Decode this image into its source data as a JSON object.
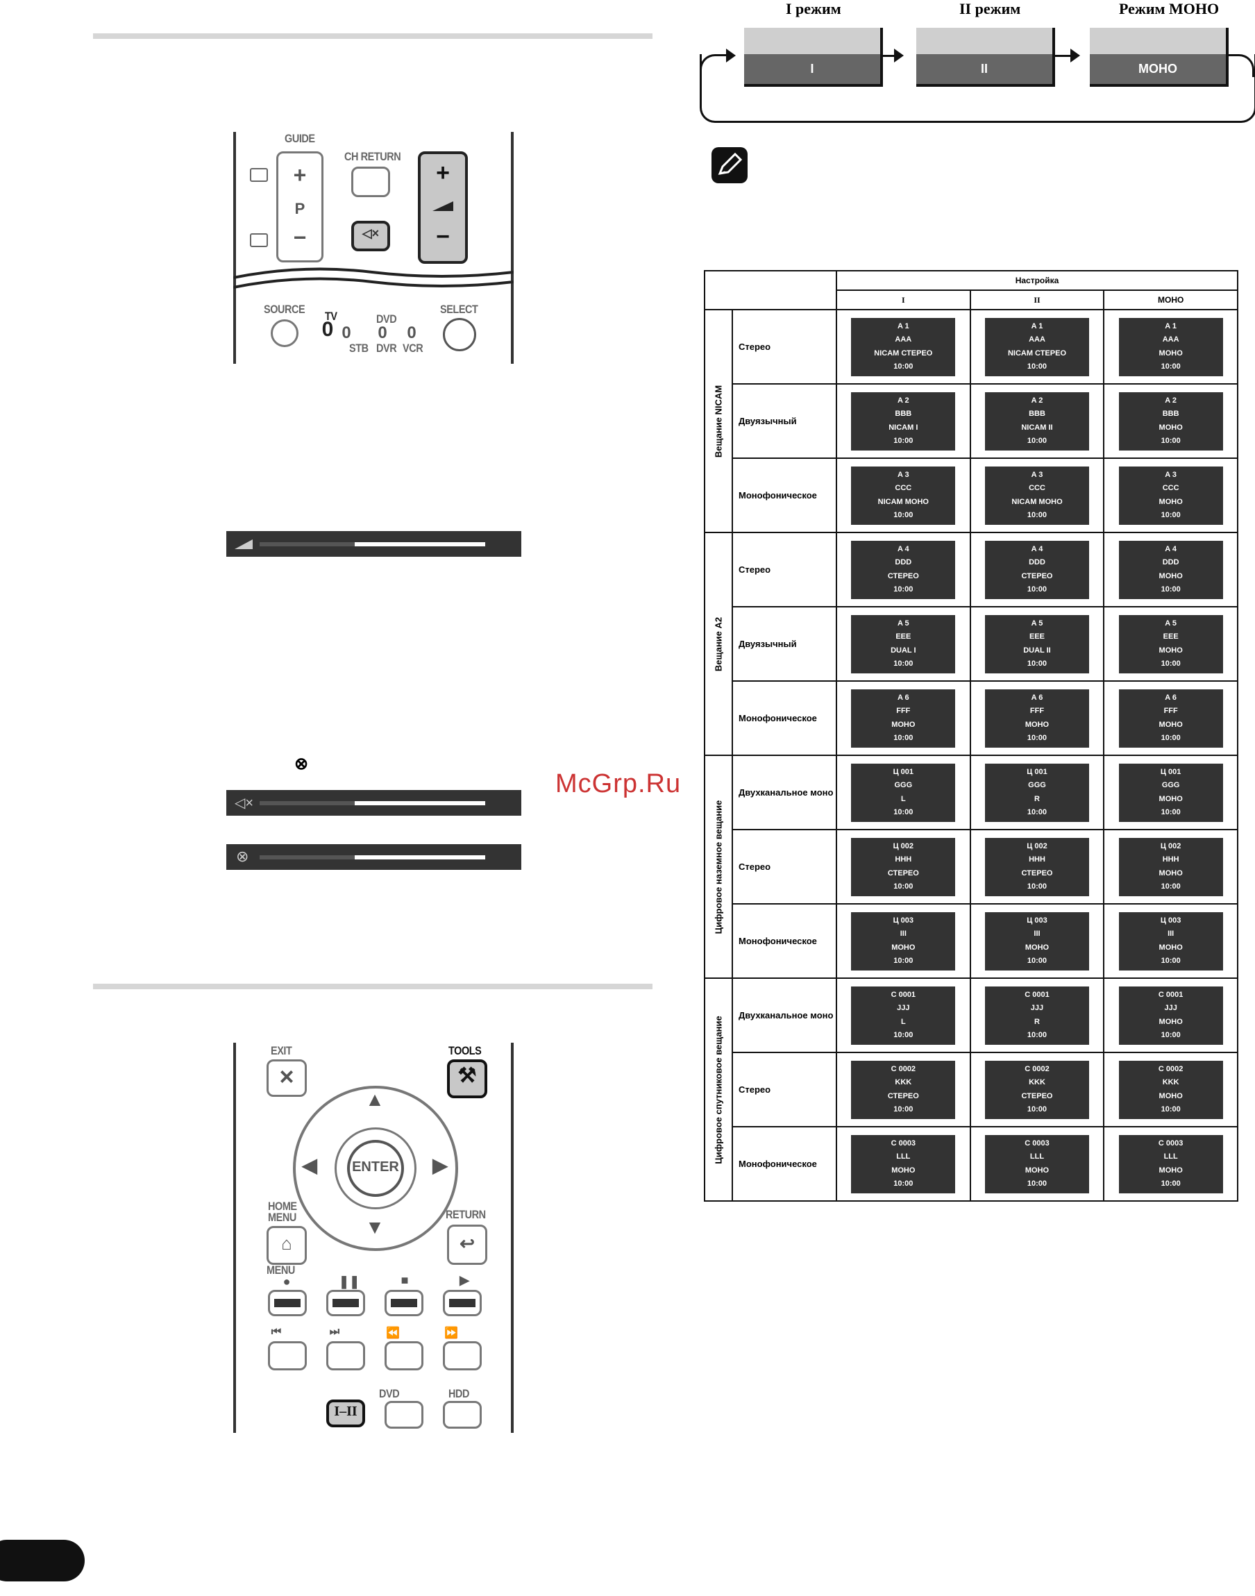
{
  "remote_top": {
    "guide": "GUIDE",
    "ch_return": "CH RETURN",
    "p": "P",
    "plus": "+",
    "minus": "−",
    "source": "SOURCE",
    "select": "SELECT",
    "tv": "TV",
    "dvd": "DVD",
    "stb": "STB",
    "dvr": "DVR",
    "vcr": "VCR",
    "zero": "0"
  },
  "remote_bottom": {
    "exit": "EXIT",
    "tools": "TOOLS",
    "enter": "ENTER",
    "home_menu": "HOME MENU",
    "return": "RETURN",
    "menu": "MENU",
    "dvd": "DVD",
    "hdd": "HDD",
    "i_ii": "I–II"
  },
  "osd": {
    "volume_level": 0.42,
    "mute_level": 0.42,
    "mute2_level": 0.42
  },
  "modes": [
    {
      "title": "I режим",
      "label": "I"
    },
    {
      "title": "II режим",
      "label": "II"
    },
    {
      "title": "Режим МОНО",
      "label": "МОНО"
    }
  ],
  "table": {
    "header": "Настройка",
    "cols": [
      "I",
      "II",
      "МОНО"
    ],
    "groups": [
      {
        "name": "Вещание NICAM",
        "rows": [
          {
            "label": "Стерео",
            "cells": [
              [
                "A 1",
                "AAA",
                "NICAM СТЕРЕО",
                "10:00"
              ],
              [
                "A 1",
                "AAA",
                "NICAM СТЕРЕО",
                "10:00"
              ],
              [
                "A 1",
                "AAA",
                "МОНО",
                "10:00"
              ]
            ]
          },
          {
            "label": "Двуязычный",
            "cells": [
              [
                "A 2",
                "BBB",
                "NICAM I",
                "10:00"
              ],
              [
                "A 2",
                "BBB",
                "NICAM II",
                "10:00"
              ],
              [
                "A 2",
                "BBB",
                "МОНО",
                "10:00"
              ]
            ]
          },
          {
            "label": "Монофоническое",
            "cells": [
              [
                "A 3",
                "CCC",
                "NICAM МОНО",
                "10:00"
              ],
              [
                "A 3",
                "CCC",
                "NICAM МОНО",
                "10:00"
              ],
              [
                "A 3",
                "CCC",
                "МОНО",
                "10:00"
              ]
            ]
          }
        ]
      },
      {
        "name": "Вещание A2",
        "rows": [
          {
            "label": "Стерео",
            "cells": [
              [
                "A 4",
                "DDD",
                "СТЕРЕО",
                "10:00"
              ],
              [
                "A 4",
                "DDD",
                "СТЕРЕО",
                "10:00"
              ],
              [
                "A 4",
                "DDD",
                "МОНО",
                "10:00"
              ]
            ]
          },
          {
            "label": "Двуязычный",
            "cells": [
              [
                "A 5",
                "EEE",
                "DUAL I",
                "10:00"
              ],
              [
                "A 5",
                "EEE",
                "DUAL II",
                "10:00"
              ],
              [
                "A 5",
                "EEE",
                "МОНО",
                "10:00"
              ]
            ]
          },
          {
            "label": "Монофоническое",
            "cells": [
              [
                "A 6",
                "FFF",
                "МОНО",
                "10:00"
              ],
              [
                "A 6",
                "FFF",
                "МОНО",
                "10:00"
              ],
              [
                "A 6",
                "FFF",
                "МОНО",
                "10:00"
              ]
            ]
          }
        ]
      },
      {
        "name": "Цифровое наземное вещание",
        "rows": [
          {
            "label": "Двухканальное моно",
            "cells": [
              [
                "Ц 001",
                "GGG",
                "L",
                "10:00"
              ],
              [
                "Ц 001",
                "GGG",
                "R",
                "10:00"
              ],
              [
                "Ц 001",
                "GGG",
                "МОНО",
                "10:00"
              ]
            ]
          },
          {
            "label": "Стерео",
            "cells": [
              [
                "Ц 002",
                "HHH",
                "СТЕРЕО",
                "10:00"
              ],
              [
                "Ц 002",
                "HHH",
                "СТЕРЕО",
                "10:00"
              ],
              [
                "Ц 002",
                "HHH",
                "МОНО",
                "10:00"
              ]
            ]
          },
          {
            "label": "Монофоническое",
            "cells": [
              [
                "Ц 003",
                "III",
                "МОНО",
                "10:00"
              ],
              [
                "Ц 003",
                "III",
                "МОНО",
                "10:00"
              ],
              [
                "Ц 003",
                "III",
                "МОНО",
                "10:00"
              ]
            ]
          }
        ]
      },
      {
        "name": "Цифровое спутниковое вещание",
        "rows": [
          {
            "label": "Двухканальное моно",
            "cells": [
              [
                "С 0001",
                "JJJ",
                "L",
                "10:00"
              ],
              [
                "С 0001",
                "JJJ",
                "R",
                "10:00"
              ],
              [
                "С 0001",
                "JJJ",
                "МОНО",
                "10:00"
              ]
            ]
          },
          {
            "label": "Стерео",
            "cells": [
              [
                "С 0002",
                "KKK",
                "СТЕРЕО",
                "10:00"
              ],
              [
                "С 0002",
                "KKK",
                "СТЕРЕО",
                "10:00"
              ],
              [
                "С 0002",
                "KKK",
                "МОНО",
                "10:00"
              ]
            ]
          },
          {
            "label": "Монофоническое",
            "cells": [
              [
                "С 0003",
                "LLL",
                "МОНО",
                "10:00"
              ],
              [
                "С 0003",
                "LLL",
                "МОНО",
                "10:00"
              ],
              [
                "С 0003",
                "LLL",
                "МОНО",
                "10:00"
              ]
            ]
          }
        ]
      }
    ]
  },
  "watermark": "McGrp.Ru"
}
